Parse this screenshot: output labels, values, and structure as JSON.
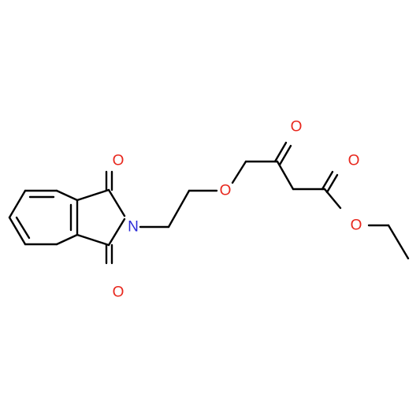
{
  "molecule": {
    "atoms": {
      "phthalimide_upper_carbonyl_o": "O",
      "phthalimide_lower_carbonyl_o": "O",
      "imide_nitrogen": "N",
      "ether_oxygen": "O",
      "ketone_oxygen": "O",
      "ester_carbonyl_oxygen": "O",
      "ester_alkoxy_oxygen": "O"
    },
    "colors": {
      "carbon_bond": "#000000",
      "oxygen": "#e8271d",
      "nitrogen": "#2b2bd8",
      "background": "#ffffff"
    }
  }
}
